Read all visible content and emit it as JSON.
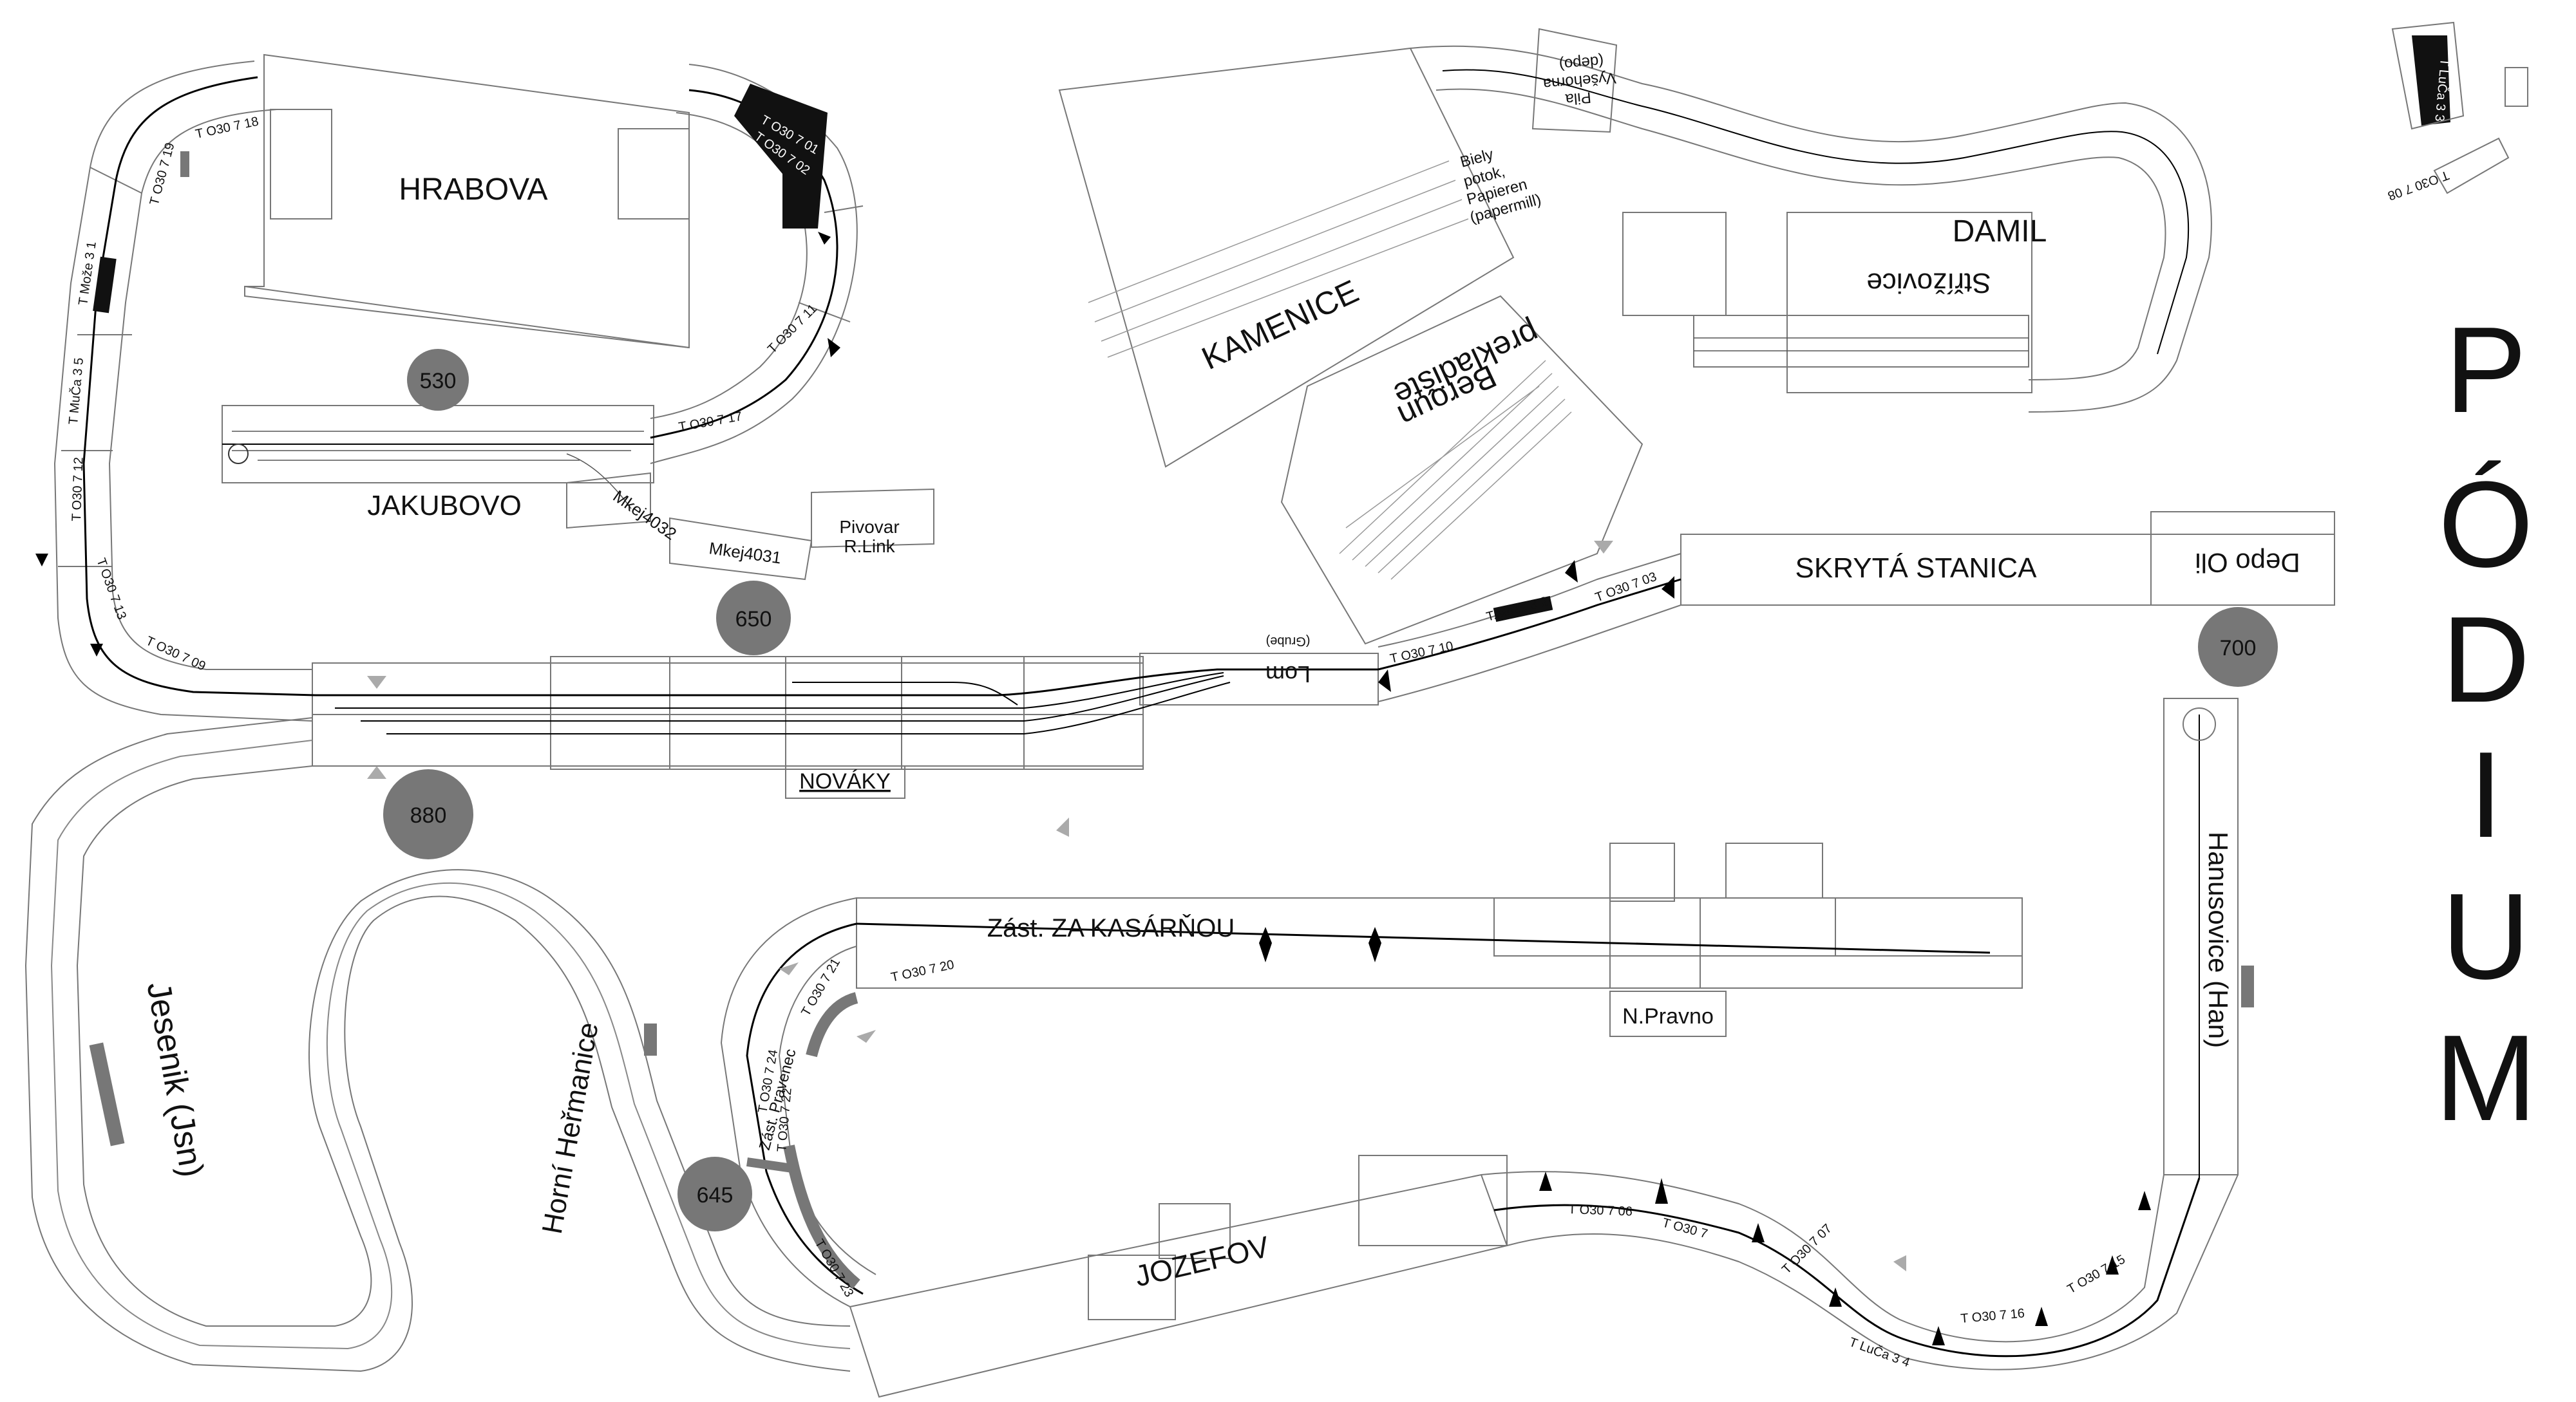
{
  "stations": {
    "hrabova": "HRABOVA",
    "jakubovo": "JAKUBOVO",
    "novaky": "NOVÁKY",
    "kamenice": "KAMENICE",
    "beroun_line1": "Beroun",
    "beroun_line2": "prekladište",
    "damil": "DAMIL",
    "strizovice": "Střížovice",
    "skryta_stanica": "SKRYTÁ STANICA",
    "depo_oli": "Depo Oli",
    "hanusovice": "Hanusovice (Han)",
    "jesenik": "Jesenik (Jsn)",
    "horni_hermanice": "Horní Heřmanice",
    "jozefov": "JOZEFOV",
    "zast_za_kasarnou": "Zást. ZA KASÁRŇOU",
    "n_pravno": "N.Pravno",
    "pivovar_line1": "Pivovar",
    "pivovar_line2": "R.Link",
    "lom_line1": "Lom",
    "lom_line2": "(Grube)",
    "biely_potok_line1": "Biely",
    "biely_potok_line2": "potok,",
    "biely_potok_line3": "Papieren",
    "biely_potok_line4": "(papermill)",
    "pila_line1": "Pila",
    "pila_line2": "Vyšehorna",
    "pila_line3": "(depo)",
    "zast_pravenec": "Zást. Pravenec"
  },
  "podium_letters": [
    "P",
    "Ó",
    "D",
    "I",
    "U",
    "M"
  ],
  "markers": {
    "m530": "530",
    "m650": "650",
    "m880": "880",
    "m700": "700",
    "m645": "645"
  },
  "modules": {
    "t718": "T O30 7 18",
    "t719": "T O30 7 19",
    "tmoze31": "T Može 3 1",
    "tmuca35": "T MuČa 3 5",
    "t712": "T O30 7 12",
    "t713": "T O30 7 13",
    "t709": "T O30 7 09",
    "t701": "T O30 7 01",
    "t702": "T O30 7 02",
    "t711": "T O30 7 11",
    "t717": "T O30 7 17",
    "mkej4032": "Mkej4032",
    "mkej4031": "Mkej4031",
    "t710": "T O30 7 10",
    "tmoze32": "T.Može 3 2",
    "t703": "T O30 7 03",
    "t721": "T O30 7 21",
    "t720": "T O30 7 20",
    "t724": "T O30 7 24",
    "t722": "T O30 7 22",
    "t723": "T O30 7 23",
    "t706": "T O30 7 06",
    "t7": "T O30 7",
    "t707": "T O30 7 07",
    "tluca34": "T LuČa 3 4",
    "t716": "T O30 7 16",
    "t715": "T O30 7 15",
    "t708": "T O30 7 08",
    "tluca33": "T LuČa 3 3"
  },
  "colors": {
    "line": "#000000",
    "module_outline": "#777777",
    "track_gray": "#888888",
    "marker_fill": "#777777",
    "platform": "#777777",
    "black_module": "#111111",
    "background": "#ffffff"
  }
}
